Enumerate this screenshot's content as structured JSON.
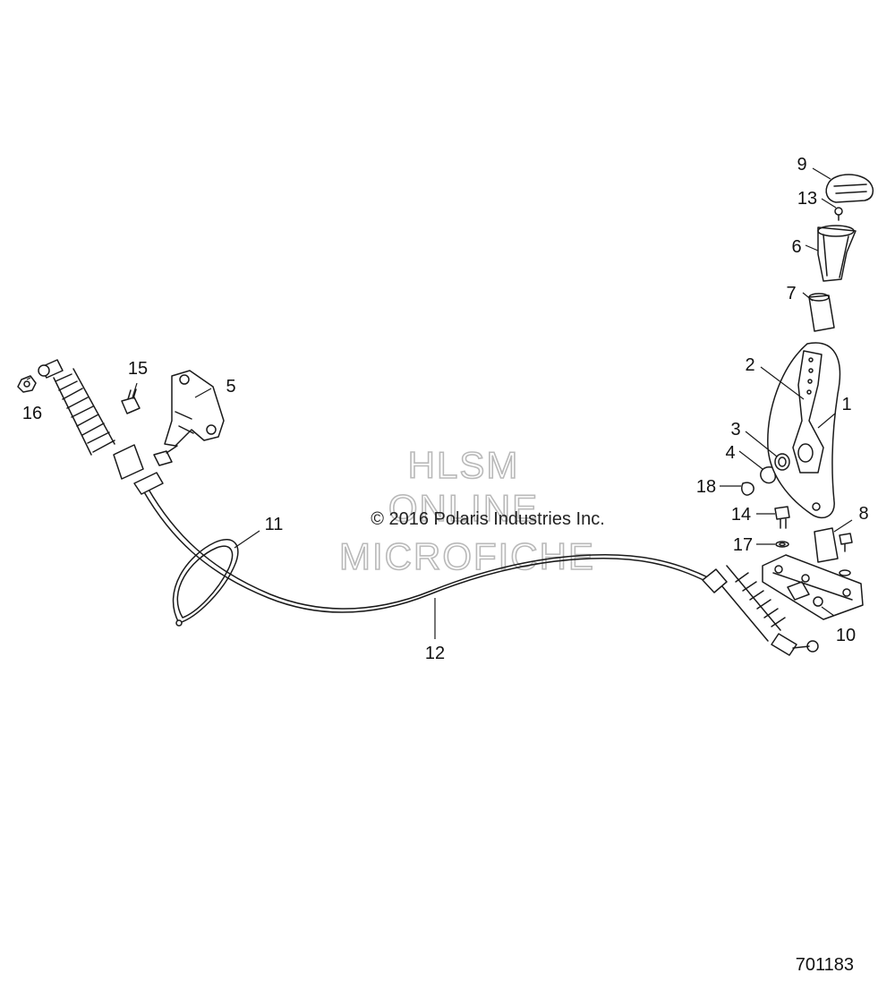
{
  "watermark": {
    "line1": "HLSM",
    "line2": "ONLINE",
    "line3": "MICROFICHE",
    "copyright": "© 2016 Polaris Industries Inc."
  },
  "document_number": "701183",
  "callouts": {
    "c1": "1",
    "c2": "2",
    "c3": "3",
    "c4": "4",
    "c5": "5",
    "c6": "6",
    "c7": "7",
    "c8": "8",
    "c9": "9",
    "c10": "10",
    "c11": "11",
    "c12": "12",
    "c13": "13",
    "c14": "14",
    "c15": "15",
    "c16": "16",
    "c17": "17",
    "c18": "18"
  }
}
